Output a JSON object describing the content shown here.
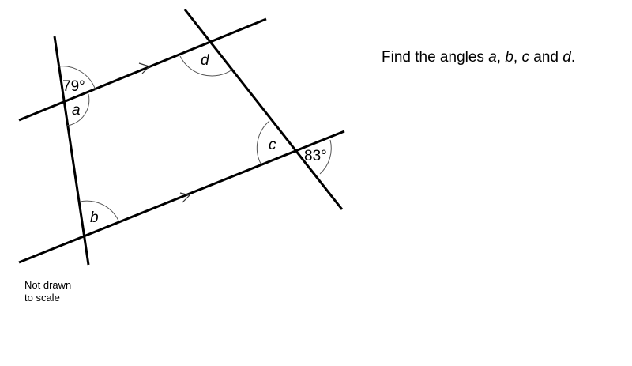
{
  "question": {
    "prefix": "Find the angles ",
    "a": "a",
    "sep1": ", ",
    "b": "b",
    "sep2": ", ",
    "c": "c",
    "sep3": " and ",
    "d": "d",
    "suffix": "."
  },
  "note": {
    "line1": "Not drawn",
    "line2": "to scale"
  },
  "labels": {
    "angle_79": "79°",
    "angle_a": "a",
    "angle_d": "d",
    "angle_c": "c",
    "angle_83": "83°",
    "angle_b": "b"
  }
}
